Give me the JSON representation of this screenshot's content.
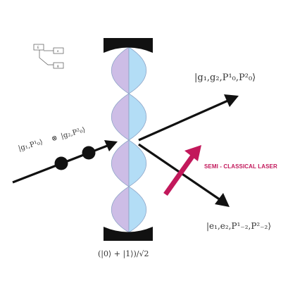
{
  "labels": {
    "upper_output_state": "|g₁,g₂,P¹₀,P²₀⟩",
    "lower_output_state": "|e₁,e₂,P¹₋₂,P²₋₂⟩",
    "input_atom1_state": "|g₁,P¹₀⟩",
    "input_tensor_symbol": "⊗",
    "input_atom2_state": "|g₂,P²₀⟩",
    "laser_label": "SEMI - CLASSICAL LASER",
    "cavity_state": "(|0⟩ + |1⟩)/√2"
  },
  "legend": {
    "box_a": "E",
    "box_b": "e",
    "box_c": "g"
  },
  "colors": {
    "mirror": "#111111",
    "mode_left": "#cdbde6",
    "mode_right": "#b3ddf6",
    "mode_outline": "#8fa6c8",
    "beam": "#111111",
    "laser": "#c2185b",
    "text": "#333333"
  },
  "icons": {
    "atom_marker": "filled-circle",
    "beam_head": "arrow-head",
    "laser_head": "arrow-head"
  }
}
